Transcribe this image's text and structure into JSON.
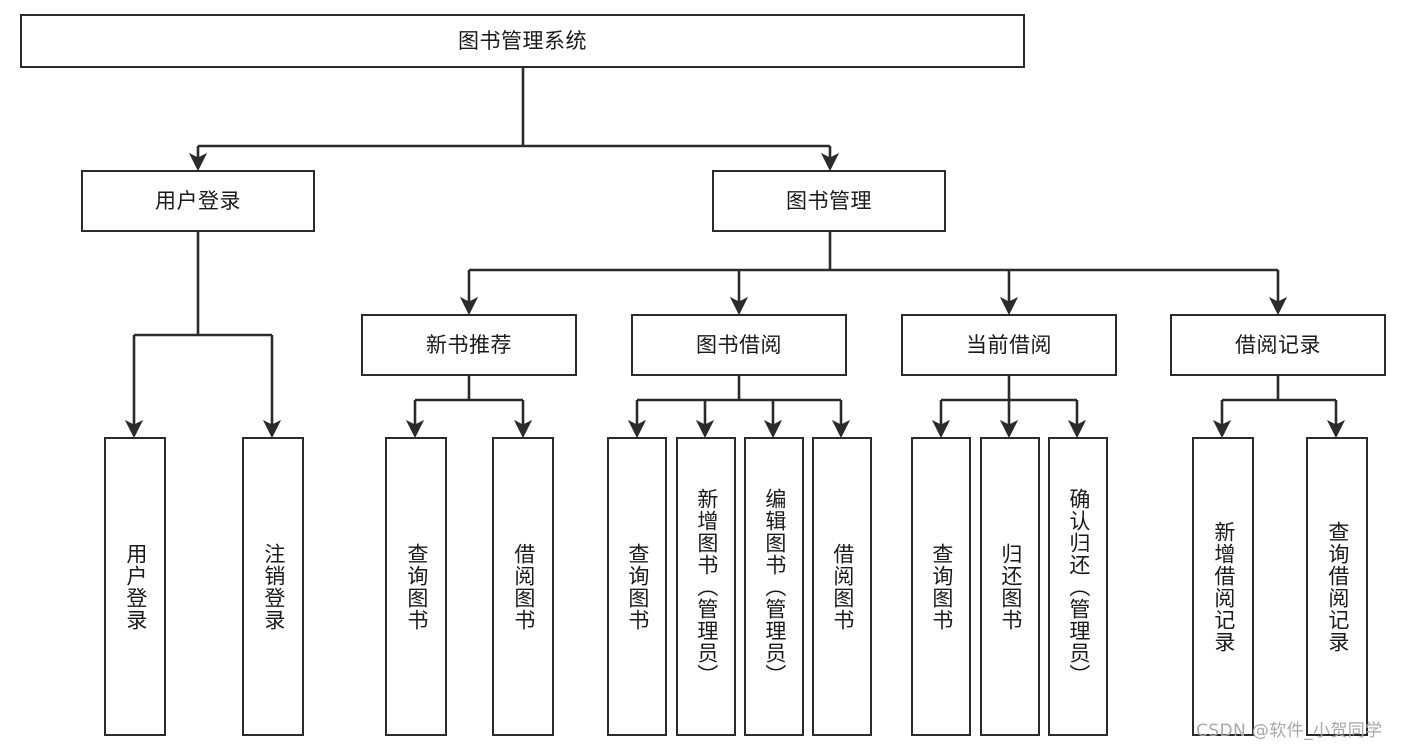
{
  "diagram": {
    "type": "tree-hierarchy",
    "title": "图书管理系统",
    "root": {
      "id": "root",
      "label": "图书管理系统",
      "orientation": "horizontal"
    },
    "level1": [
      {
        "id": "user-login",
        "label": "用户登录",
        "orientation": "horizontal"
      },
      {
        "id": "book-manage",
        "label": "图书管理",
        "orientation": "horizontal"
      }
    ],
    "level2": [
      {
        "id": "new-book-recommend",
        "label": "新书推荐",
        "orientation": "horizontal",
        "parent": "book-manage"
      },
      {
        "id": "book-borrow",
        "label": "图书借阅",
        "orientation": "horizontal",
        "parent": "book-manage"
      },
      {
        "id": "current-borrow",
        "label": "当前借阅",
        "orientation": "horizontal",
        "parent": "book-manage"
      },
      {
        "id": "borrow-record",
        "label": "借阅记录",
        "orientation": "horizontal",
        "parent": "book-manage"
      }
    ],
    "leaves": [
      {
        "id": "leaf-user-login",
        "label": "用户登录",
        "orientation": "vertical",
        "parent": "user-login"
      },
      {
        "id": "leaf-logout-login",
        "label": "注销登录",
        "orientation": "vertical",
        "parent": "user-login"
      },
      {
        "id": "leaf-query-book-1",
        "label": "查询图书",
        "orientation": "vertical",
        "parent": "new-book-recommend"
      },
      {
        "id": "leaf-borrow-book-1",
        "label": "借阅图书",
        "orientation": "vertical",
        "parent": "new-book-recommend"
      },
      {
        "id": "leaf-query-book-2",
        "label": "查询图书",
        "orientation": "vertical",
        "parent": "book-borrow"
      },
      {
        "id": "leaf-add-book-admin",
        "label": "新增图书（管理员）",
        "orientation": "vertical",
        "parent": "book-borrow"
      },
      {
        "id": "leaf-edit-book-admin",
        "label": "编辑图书（管理员）",
        "orientation": "vertical",
        "parent": "book-borrow"
      },
      {
        "id": "leaf-borrow-book-2",
        "label": "借阅图书",
        "orientation": "vertical",
        "parent": "book-borrow"
      },
      {
        "id": "leaf-query-book-3",
        "label": "查询图书",
        "orientation": "vertical",
        "parent": "current-borrow"
      },
      {
        "id": "leaf-return-book",
        "label": "归还图书",
        "orientation": "vertical",
        "parent": "current-borrow"
      },
      {
        "id": "leaf-confirm-return-admin",
        "label": "确认归还（管理员）",
        "orientation": "vertical",
        "parent": "current-borrow"
      },
      {
        "id": "leaf-add-borrow-record",
        "label": "新增借阅记录",
        "orientation": "vertical",
        "parent": "borrow-record"
      },
      {
        "id": "leaf-query-borrow-record",
        "label": "查询借阅记录",
        "orientation": "vertical",
        "parent": "borrow-record"
      }
    ],
    "colors": {
      "stroke": "#2b2b2b",
      "fill": "#ffffff",
      "text": "#1a1a1a",
      "watermark": "#a8a8a8"
    }
  },
  "watermark": {
    "text": "CSDN @软件_小贺同学"
  }
}
